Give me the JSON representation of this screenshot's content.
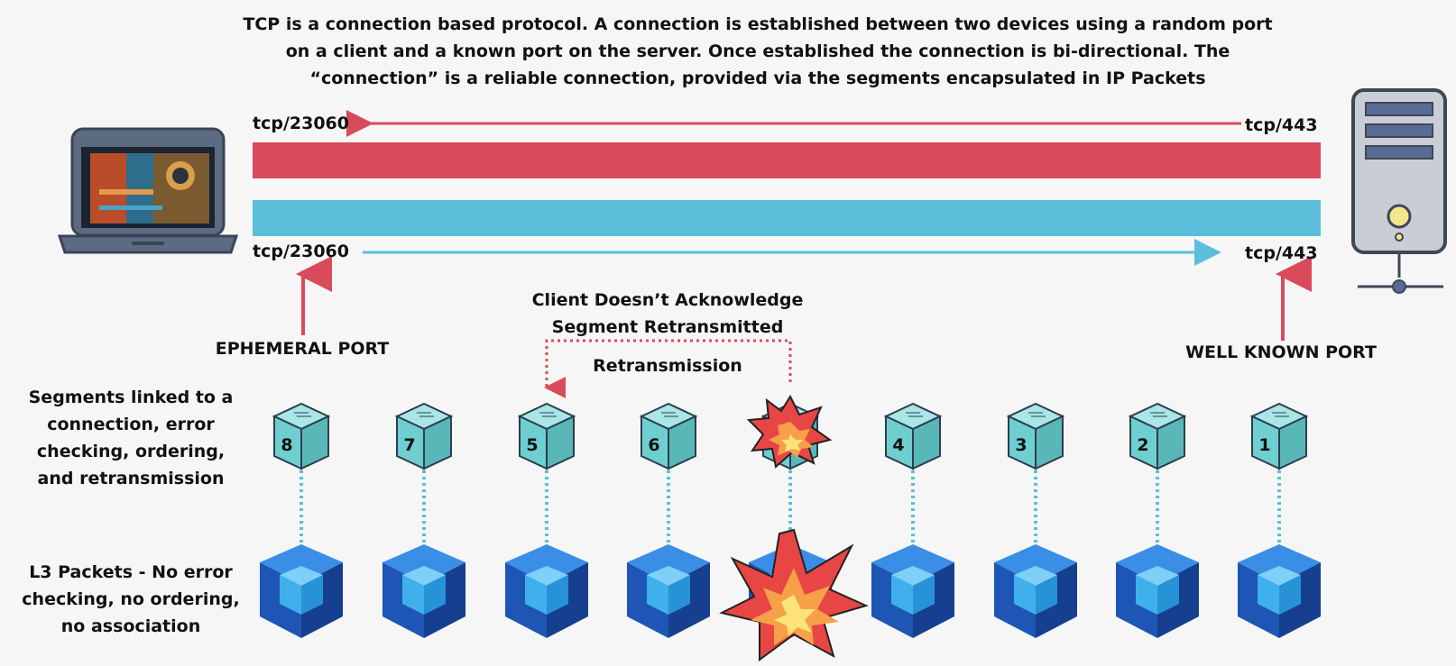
{
  "title_lines": [
    "TCP is a connection based protocol. A connection is established between two devices using a random port",
    "on a client and a known port on the server. Once established the connection is bi-directional. The",
    "“connection” is a reliable connection, provided via the segments encapsulated in IP Packets"
  ],
  "ports": {
    "client_top": "tcp/23060",
    "server_top": "tcp/443",
    "client_bottom": "tcp/23060",
    "server_bottom": "tcp/443"
  },
  "labels": {
    "ephemeral": "EPHEMERAL PORT",
    "well_known": "WELL KNOWN PORT",
    "client_ack_line1": "Client Doesn’t Acknowledge",
    "client_ack_line2": "Segment Retransmitted",
    "retransmission": "Retransmission"
  },
  "side_labels": {
    "segments": [
      "Segments linked to a",
      "connection, error",
      "checking, ordering,",
      "and retransmission"
    ],
    "packets": [
      "L3 Packets - No error",
      "checking, no ordering,",
      "no association"
    ]
  },
  "segments": [
    "8",
    "7",
    "5",
    "6",
    "",
    "4",
    "3",
    "2",
    "1"
  ],
  "colors": {
    "red_channel": "#d94b5a",
    "blue_channel": "#5bbfdc",
    "arrow_red": "#d94b5a",
    "arrow_blue": "#5bbfdc",
    "segment_cube": "#6fcfd0",
    "packet_cube": "#1f64c8"
  },
  "icons": {
    "client": "laptop-icon",
    "server": "server-tower-icon",
    "lost_segment": "explosion-icon",
    "lost_packet": "explosion-icon"
  }
}
